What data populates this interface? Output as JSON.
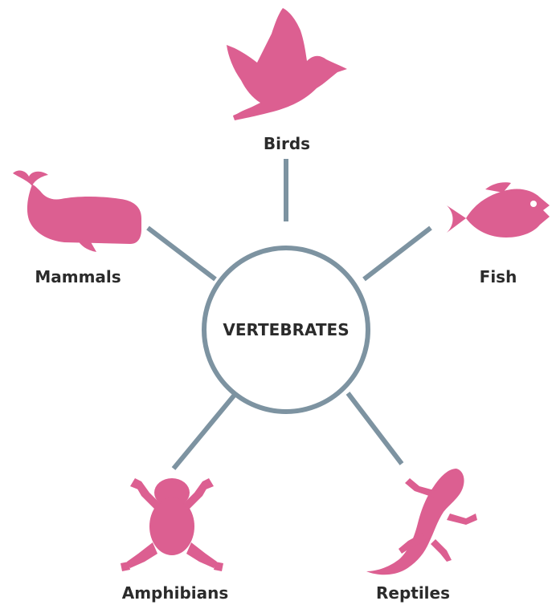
{
  "center": {
    "label": "VERTEBRATES"
  },
  "groups": [
    {
      "id": "birds",
      "label": "Birds",
      "icon": "bird-icon"
    },
    {
      "id": "fish",
      "label": "Fish",
      "icon": "fish-icon"
    },
    {
      "id": "mammals",
      "label": "Mammals",
      "icon": "whale-icon"
    },
    {
      "id": "amphibians",
      "label": "Amphibians",
      "icon": "frog-icon"
    },
    {
      "id": "reptiles",
      "label": "Reptiles",
      "icon": "lizard-icon"
    }
  ],
  "colors": {
    "icon": "#dc5f91",
    "connector": "#7d93a1",
    "text": "#2b2b2b",
    "background": "#ffffff"
  }
}
